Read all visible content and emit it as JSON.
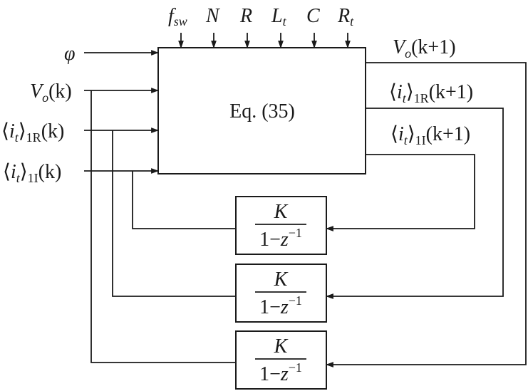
{
  "parameters": [
    {
      "main": "f",
      "sub": "sw"
    },
    {
      "main": "N",
      "sub": ""
    },
    {
      "main": "R",
      "sub": ""
    },
    {
      "main": "L",
      "sub": "t"
    },
    {
      "main": "C",
      "sub": ""
    },
    {
      "main": "R",
      "sub": "t"
    }
  ],
  "main_block": {
    "label": "Eq. (35)"
  },
  "inputs": {
    "phi": "φ",
    "vo_k": {
      "main": "V",
      "sub": "o",
      "tail": "(k)"
    },
    "i1r_k": {
      "open": "⟨",
      "main": "i",
      "sub": "t",
      "close": "⟩",
      "sub2": "1R",
      "tail": "(k)"
    },
    "i1i_k": {
      "open": "⟨",
      "main": "i",
      "sub": "t",
      "close": "⟩",
      "sub2": "1I",
      "tail": "(k)"
    }
  },
  "outputs": {
    "vo_k1": {
      "main": "V",
      "sub": "o",
      "tail": "(k+1)"
    },
    "i1r_k1": {
      "open": "⟨",
      "main": "i",
      "sub": "t",
      "close": "⟩",
      "sub2": "1R",
      "tail": "(k+1)"
    },
    "i1i_k1": {
      "open": "⟨",
      "main": "i",
      "sub": "t",
      "close": "⟩",
      "sub2": "1I",
      "tail": "(k+1)"
    }
  },
  "delay_block": {
    "numerator": "K",
    "den_prefix": "1−",
    "den_var": "z",
    "den_exp": "−1"
  }
}
